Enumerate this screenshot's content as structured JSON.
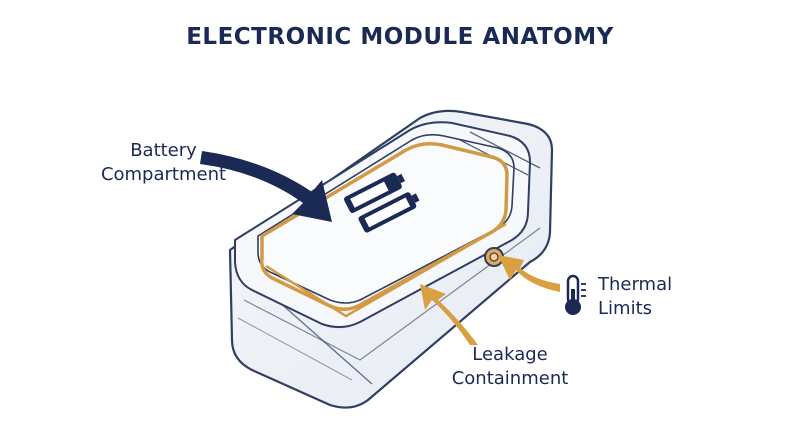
{
  "title": "ELECTRONIC MODULE ANATOMY",
  "labels": {
    "battery_line1": "Battery",
    "battery_line2": "Compartment",
    "thermal_line1": "Thermal",
    "thermal_line2": "Limits",
    "leakage_line1": "Leakage",
    "leakage_line2": "Containment"
  },
  "icons": [
    "battery-icon",
    "thermometer-icon",
    "arrow-icon"
  ],
  "colors": {
    "navy": "#1a2a55",
    "amber": "#d9a041",
    "outline": "#2f3e62",
    "seal": "#d39a45"
  }
}
